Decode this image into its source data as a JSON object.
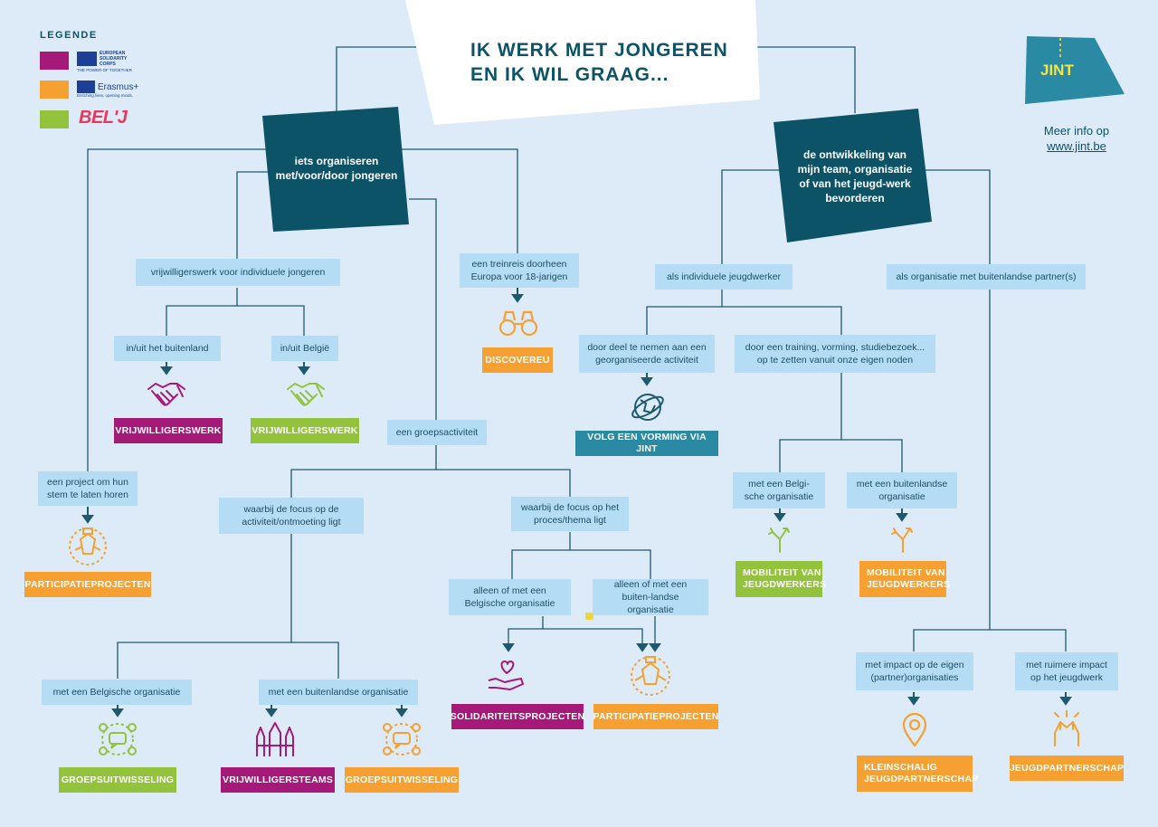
{
  "legend": {
    "title": "LEGENDE",
    "esc_name": "EUROPEAN SOLIDARITY CORPS",
    "esc_tagline": "THE POWER OF TOGETHER",
    "erasmus_name": "Erasmus+",
    "erasmus_tagline": "Enriching lives, opening minds.",
    "belj_name": "BEL'J"
  },
  "title": {
    "line1": "IK WERK MET JONGEREN",
    "line2": "EN IK WIL GRAAG..."
  },
  "brand": {
    "logo": "JINT",
    "info": "Meer info op",
    "url": "www.jint.be"
  },
  "left_main": "iets organiseren met/voor/door jongeren",
  "right_main": "de ontwikkeling van mijn team, organisatie of van het jeugd-werk bevorderen",
  "labels": {
    "vrijwilligerswerk_indiv": "vrijwilligerswerk voor individuele jongeren",
    "buitenland": "in/uit het buitenland",
    "belgie": "in/uit België",
    "treinreis": "een treinreis doorheen Europa voor 18-jarigen",
    "groepsactiviteit": "een groepsactiviteit",
    "project_stem": "een project om hun stem te laten horen",
    "focus_activiteit": "waarbij de focus op de activiteit/ontmoeting ligt",
    "focus_proces": "waarbij de focus op het proces/thema ligt",
    "alleen_belg": "alleen of met een Belgische organisatie",
    "alleen_buiten": "alleen of met een buiten-landse organisatie",
    "met_belg_org": "met een Belgische organisatie",
    "met_buiten_org": "met een buitenlandse organisatie",
    "indiv_jeugdwerker": "als individuele jeugdwerker",
    "als_organisatie": "als organisatie met buitenlandse partner(s)",
    "deelnemen": "door deel te nemen aan een georganiseerde activiteit",
    "training": "door een training, vorming, studiebezoek... op te zetten vanuit onze eigen noden",
    "met_belgi_org": "met een Belgi-sche organisatie",
    "met_buitenl_org": "met een buitenlandse organisatie",
    "impact_eigen": "met impact op de eigen (partner)organisaties",
    "ruimere_impact": "met ruimere impact op het jeugdwerk"
  },
  "tags": {
    "vrijwilligerswerk_mag": "VRIJWILLIGERSWERK",
    "vrijwilligerswerk_grn": "VRIJWILLIGERSWERK",
    "discovereu": "DISCOVEREU",
    "participatie_left": "PARTICIPATIEPROJECTEN",
    "solidariteit": "SOLIDARITEITSPROJECTEN",
    "participatie_mid": "PARTICIPATIEPROJECTEN",
    "groepsuit_grn": "GROEPSUITWISSELING",
    "vrijwilligersteams": "VRIJWILLIGERSTEAMS",
    "groepsuit_org": "GROEPSUITWISSELING",
    "vorming_jint": "VOLG EEN VORMING VIA JINT",
    "mobiliteit_grn": "MOBILITEIT VAN JEUGDWERKERS",
    "mobiliteit_org": "MOBILITEIT VAN JEUGDWERKERS",
    "kleinschalig": "KLEINSCHALIG JEUGDPARTNERSCHAP",
    "jeugdpartnerschap": "JEUGDPARTNERSCHAP"
  },
  "colors": {
    "magenta": "#a51a78",
    "orange": "#f5a030",
    "green": "#93c33c",
    "teal": "#0d5368",
    "light_blue": "#b4dcf5",
    "background": "#dcebf7"
  },
  "icons": [
    "handshake-icon",
    "binoculars-icon",
    "hands-circle-icon",
    "heart-hand-icon",
    "globe-icon",
    "signpost-icon",
    "location-pin-icon",
    "high-five-icon",
    "raised-hands-icon",
    "chat-circle-icon"
  ]
}
